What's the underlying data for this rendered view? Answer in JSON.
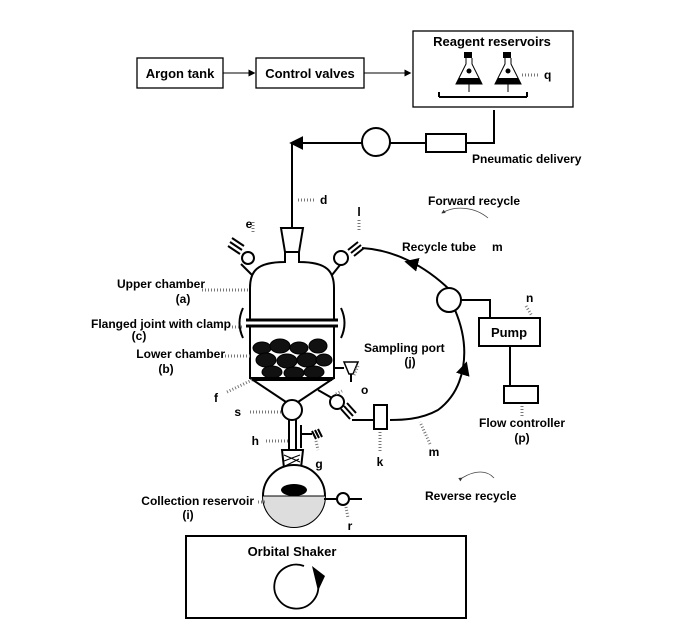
{
  "colors": {
    "ink": "#000000",
    "background": "#ffffff",
    "leader": "#777777",
    "box_border": "#999999"
  },
  "boxes": {
    "argon": "Argon tank",
    "valves": "Control valves",
    "reservoirs": "Reagent reservoirs",
    "pump": "Pump",
    "flow_controller": "Flow controller",
    "shaker": "Orbital Shaker"
  },
  "labels": {
    "q": "q",
    "pneumatic": "Pneumatic delivery",
    "d": "d",
    "forward": "Forward recycle",
    "e": "e",
    "l": "l",
    "recycle_tube": "Recycle tube",
    "m_upper": "m",
    "n": "n",
    "upper_chamber": "Upper chamber",
    "upper_code": "(a)",
    "flanged": "Flanged joint with clamp",
    "flanged_code": "(c)",
    "lower_chamber": "Lower chamber",
    "lower_code": "(b)",
    "sampling": "Sampling  port",
    "sampling_code": "(j)",
    "f": "f",
    "o": "o",
    "s": "s",
    "h": "h",
    "g": "g",
    "k": "k",
    "m_lower": "m",
    "flow_code": "(p)",
    "collection": "Collection reservoir",
    "collection_code": "(i)",
    "r": "r",
    "reverse": "Reverse recycle"
  },
  "icons": [
    "flask-icon",
    "valve-icon",
    "rotation-arrow-icon"
  ]
}
